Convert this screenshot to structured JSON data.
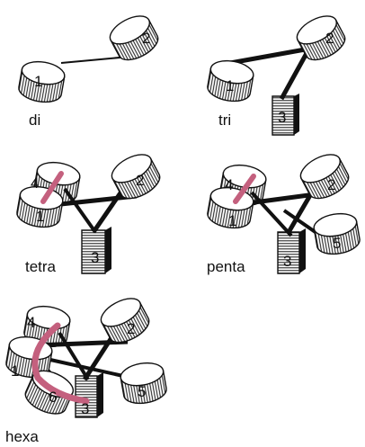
{
  "panels": [
    {
      "id": "di",
      "caption": "di",
      "labels": [
        "1",
        "2"
      ]
    },
    {
      "id": "tri",
      "caption": "tri",
      "labels": [
        "1",
        "2",
        "3"
      ]
    },
    {
      "id": "tetra",
      "caption": "tetra",
      "labels": [
        "4",
        "2",
        "1",
        "3"
      ]
    },
    {
      "id": "penta",
      "caption": "penta",
      "labels": [
        "4",
        "2",
        "1",
        "5",
        "3"
      ]
    },
    {
      "id": "hexa",
      "caption": "hexa",
      "labels": [
        "4",
        "2",
        "1",
        "5",
        "6",
        "3"
      ]
    }
  ],
  "colors": {
    "ink": "#111111",
    "highlight": "#c4607e",
    "paper": "#ffffff"
  }
}
